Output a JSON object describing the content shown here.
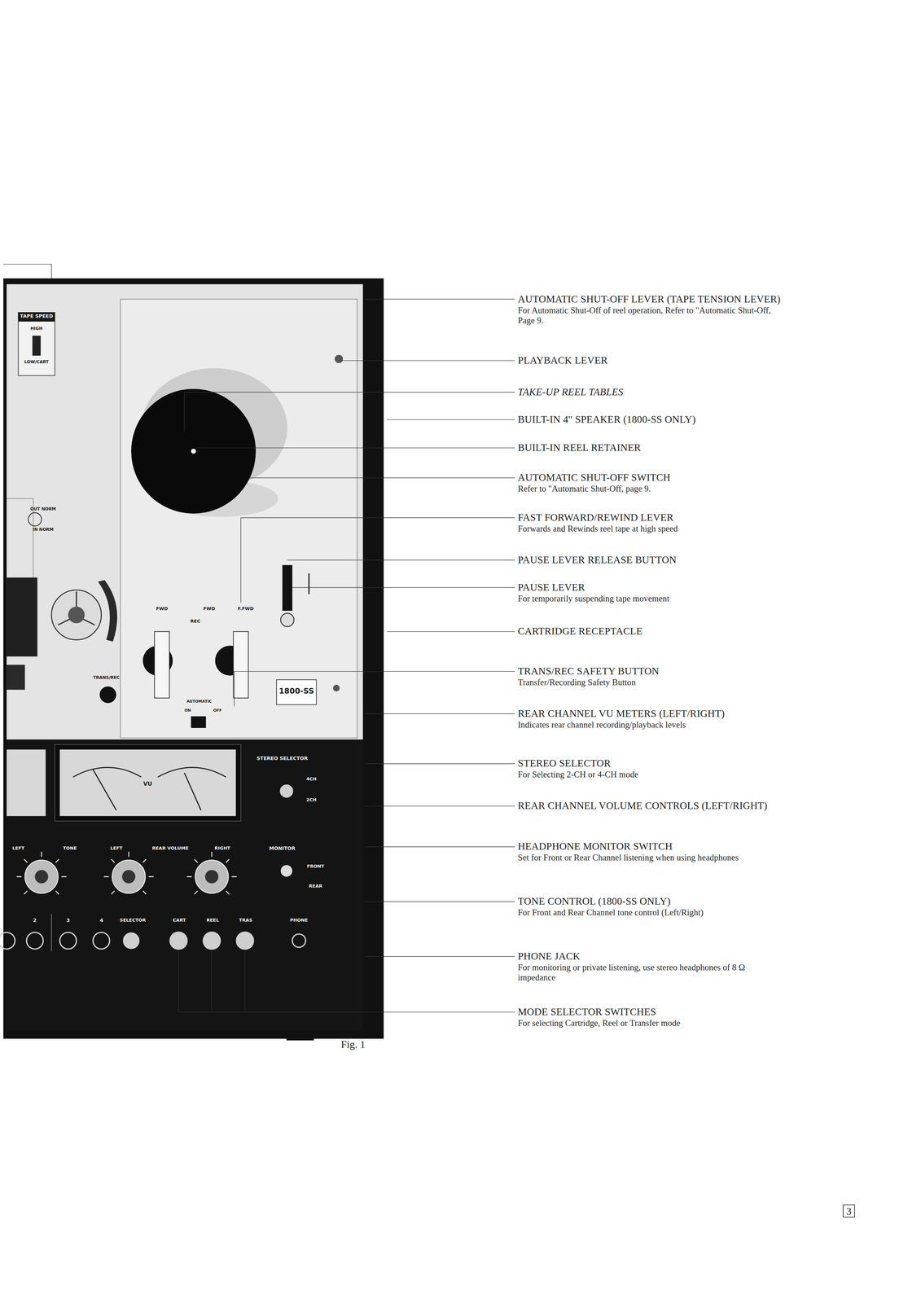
{
  "diagram": {
    "caption": "Fig. 1",
    "nodes": [
      {
        "text": [
          "3"
        ]
      }
    ],
    "labels": [
      "AUTOMATIC SHUT-OFF LEVER (TAPE TENSION LEVER)",
      "For Automatic Shut-Off of reel operation, Refer to \"Automatic Shut-Off, Page 9.",
      "PLAYBACK LEVER",
      "TAKE-UP REEL TABLES",
      "BUILT-IN 4\" SPEAKER (1800-SS ONLY)",
      "BUILT-IN REEL RETAINER",
      "AUTOMATIC SHUT-OFF SWITCH",
      "Refer to \"Automatic Shut-Off, page 9.",
      "FAST FORWARD/REWIND LEVER",
      "Forwards and Rewinds reel tape at high speed",
      "PAUSE LEVER RELEASE BUTTON",
      "PAUSE LEVER",
      "For temporarily suspending tape movement",
      "CARTRIDGE RECEPTACLE",
      "TRANS/REC SAFETY BUTTON",
      "Transfer/Recording Safety Button",
      "REAR CHANNEL VU METERS (LEFT/RIGHT)",
      "Indicates rear channel recording/playback levels",
      "STEREO SELECTOR",
      "For Selecting 2-CH or 4-CH mode",
      "REAR CHANNEL VOLUME CONTROLS (LEFT/RIGHT)",
      "HEADPHONE MONITOR SWITCH",
      "Set for Front or Rear Channel listening when using headphones",
      "TONE CONTROL (1800-SS ONLY)",
      "For Front and Rear Channel tone control (Left/Right)",
      "PHONE JACK",
      "For monitoring or private listening, use stereo headphones of 8 Ω impedance",
      "MODE SELECTOR SWITCHES",
      "For selecting Cartridge, Reel or Transfer mode",
      "TAPE SPEED",
      "HIGH",
      "LOW/CART",
      "OUT NORM",
      "IN NORM",
      "FWD",
      "REC",
      "FWD",
      "F.FWD",
      "TRANS/REC",
      "AUTOMATIC",
      "ON",
      "OFF",
      "1800-SS",
      "VU",
      "STEREO SELECTOR",
      "4CH",
      "2CH",
      "MONITOR",
      "FRONT",
      "REAR",
      "LEFT",
      "TONE",
      "LEFT",
      "REAR VOLUME",
      "RIGHT",
      "2",
      "3",
      "4",
      "SELECTOR",
      "CART",
      "REEL",
      "TRAS",
      "PHONE"
    ]
  }
}
